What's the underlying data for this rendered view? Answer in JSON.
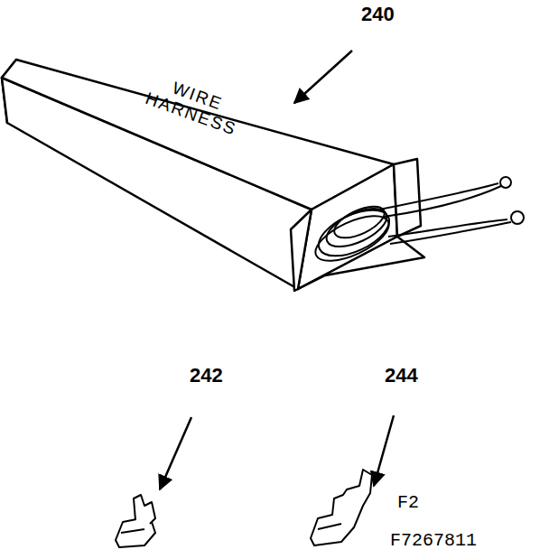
{
  "diagram": {
    "labels": [
      "240",
      "WIRE HARNESS",
      "242",
      "244",
      "F2",
      "F7267811"
    ]
  }
}
